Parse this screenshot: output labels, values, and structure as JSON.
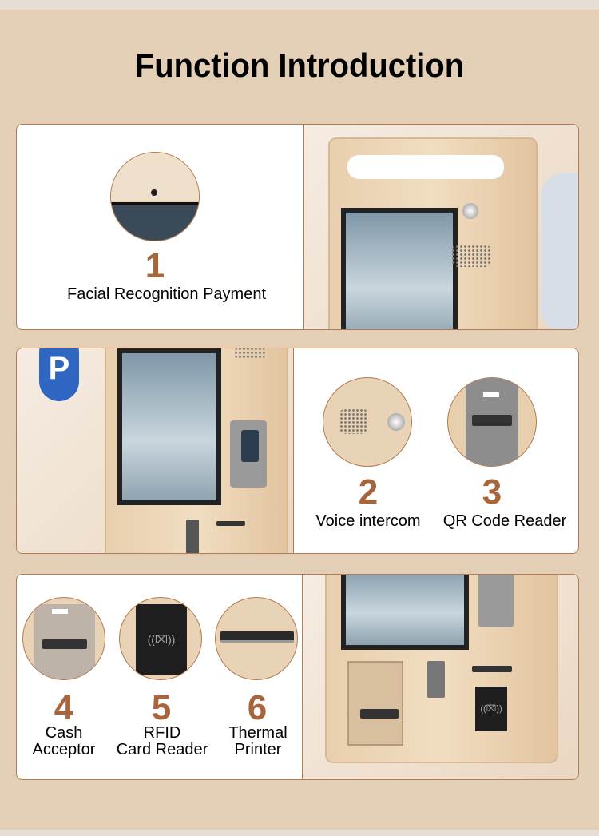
{
  "title": "Function Introduction",
  "features": [
    {
      "number": "1",
      "label": "Facial Recognition Payment"
    },
    {
      "number": "2",
      "label": "Voice intercom"
    },
    {
      "number": "3",
      "label": "QR Code Reader"
    },
    {
      "number": "4",
      "label_line1": "Cash",
      "label_line2": "Acceptor"
    },
    {
      "number": "5",
      "label_line1": "RFID",
      "label_line2": "Card Reader"
    },
    {
      "number": "6",
      "label_line1": "Thermal",
      "label_line2": "Printer"
    }
  ],
  "colors": {
    "background": "#e2cfb6",
    "accent": "#a8643a",
    "border": "#b57a4f"
  }
}
